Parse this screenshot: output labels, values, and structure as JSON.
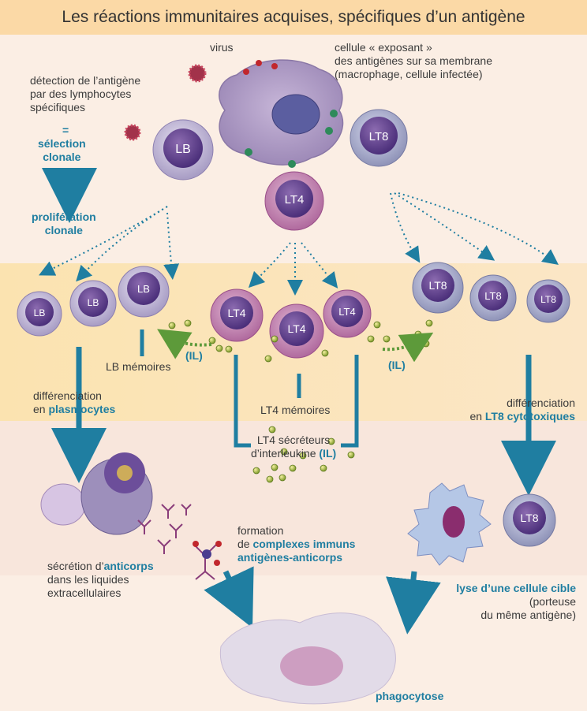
{
  "title": "Les réactions immunitaires acquises, spécifiques d’un antigène",
  "labels": {
    "virus": "virus",
    "expo_line1": "cellule « exposant »",
    "expo_line2": "des antigènes sur sa membrane",
    "expo_line3": "(macrophage, cellule infectée)",
    "detect_line1": "détection de l’antigène",
    "detect_line2": "par des lymphocytes",
    "detect_line3": "spécifiques",
    "equals": "=",
    "selection_line1": "sélection",
    "selection_line2": "clonale",
    "prolif_line1": "prolifération",
    "prolif_line2": "clonale",
    "lb_memoires": "LB mémoires",
    "lt4_memoires": "LT4 mémoires",
    "il_left": "(IL)",
    "il_right": "(IL)",
    "diff_line1": "différenciation",
    "diff_prefix": "en ",
    "diff_plasmo": "plasmocytes",
    "diff_lt8_line1": "différenciation",
    "diff_lt8_prefix": "en ",
    "diff_lt8_value": "LT8 cytotoxiques",
    "lt4_sec_line1": "LT4 sécréteurs",
    "lt4_sec_line2": "d’interleukine ",
    "lt4_sec_il": "(IL)",
    "secr_prefix": "sécrétion d’",
    "secr_anticorps": "anticorps",
    "secr_line2": "dans les liquides",
    "secr_line3": "extracellulaires",
    "formation_line1": "formation",
    "formation_line2_prefix": "de ",
    "formation_line2_value": "complexes immuns",
    "formation_line3": "antigènes-anticorps",
    "lyse_line1": "lyse d’une cellule cible",
    "lyse_line2": "(porteuse",
    "lyse_line3": "du même antigène)",
    "phagocytose": "phagocytose"
  },
  "cells": {
    "lb": "LB",
    "lt4": "LT4",
    "lt8": "LT8"
  },
  "colors": {
    "title_band": "#fbd9a6",
    "upper_band": "#fbeee4",
    "mid_band": "#fbe3b0",
    "lower_band": "#f8e6dc",
    "accent_blue": "#1f7ea1",
    "il_green": "#5d9a3a",
    "cell_purple": "#7c3a7a"
  }
}
